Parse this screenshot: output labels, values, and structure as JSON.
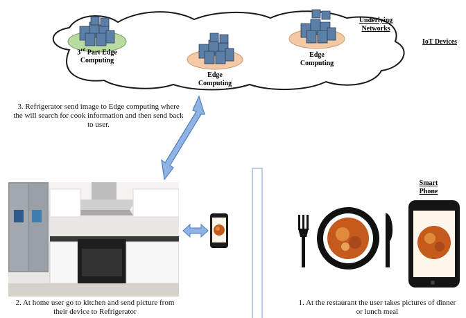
{
  "cloud": {
    "third_party_label_pre": "3",
    "third_party_label_sup": "rd",
    "third_party_label_line1_post": " Part Edge",
    "third_party_label_line2": "Computing",
    "edge_center_line1": "Edge",
    "edge_center_line2": "Computing",
    "edge_right_line1": "Edge",
    "edge_right_line2": "Computing",
    "underlying_line1": "Underlying",
    "underlying_line2": "Networks",
    "iot_devices": "IoT Devices"
  },
  "steps": {
    "step3": "3. Refrigerator send image to Edge computing where the will search for cook information and then send back to user.",
    "step2": "2. At home user go to kitchen and send picture from their device to Refrigerator",
    "step1": "1. At the restaurant the user takes pictures of dinner or lunch meal"
  },
  "smart_phone": {
    "line1": "Smart",
    "line2": "Phone"
  },
  "colors": {
    "arrow_fill": "#8fb4e3",
    "arrow_stroke": "#4f7dbf",
    "server_blue": "#5c7fa8",
    "disc_green": "#b9dba0",
    "disc_peach": "#f3c9a6",
    "divider": "#b9cde6"
  }
}
